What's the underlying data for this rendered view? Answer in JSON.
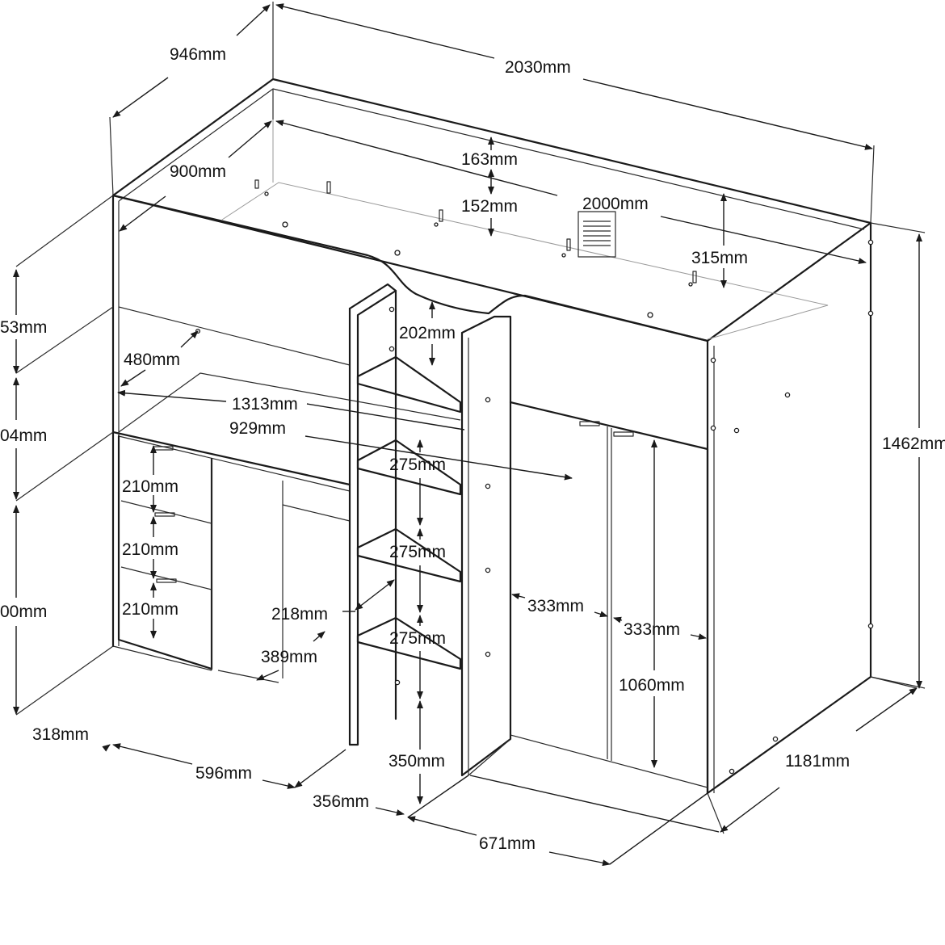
{
  "dimensions": {
    "depth_overall": "946mm",
    "length_overall": "2030mm",
    "mattress_width": "900mm",
    "top_rail_upper": "163mm",
    "top_rail_lower": "152mm",
    "mattress_length": "2000mm",
    "guard_height": "315mm",
    "top_section_height": "53mm",
    "middle_section_height": "04mm",
    "lower_section_height": "00mm",
    "desk_opening_width": "480mm",
    "desk_length": "1313mm",
    "desk_width": "929mm",
    "ladder_top_gap": "202mm",
    "ladder_step_1": "275mm",
    "ladder_step_2": "275mm",
    "ladder_step_3": "275mm",
    "ladder_bottom": "350mm",
    "drawer_1": "210mm",
    "drawer_2": "210mm",
    "drawer_3": "210mm",
    "shelf_depth": "218mm",
    "knee_space_depth": "389mm",
    "drawer_unit_depth": "318mm",
    "drawer_unit_width": "596mm",
    "ladder_width": "356mm",
    "wardrobe_width": "671mm",
    "wardrobe_door_left": "333mm",
    "wardrobe_door_right": "333mm",
    "wardrobe_door_height": "1060mm",
    "overall_height": "1462mm",
    "overall_depth": "1181mm"
  }
}
